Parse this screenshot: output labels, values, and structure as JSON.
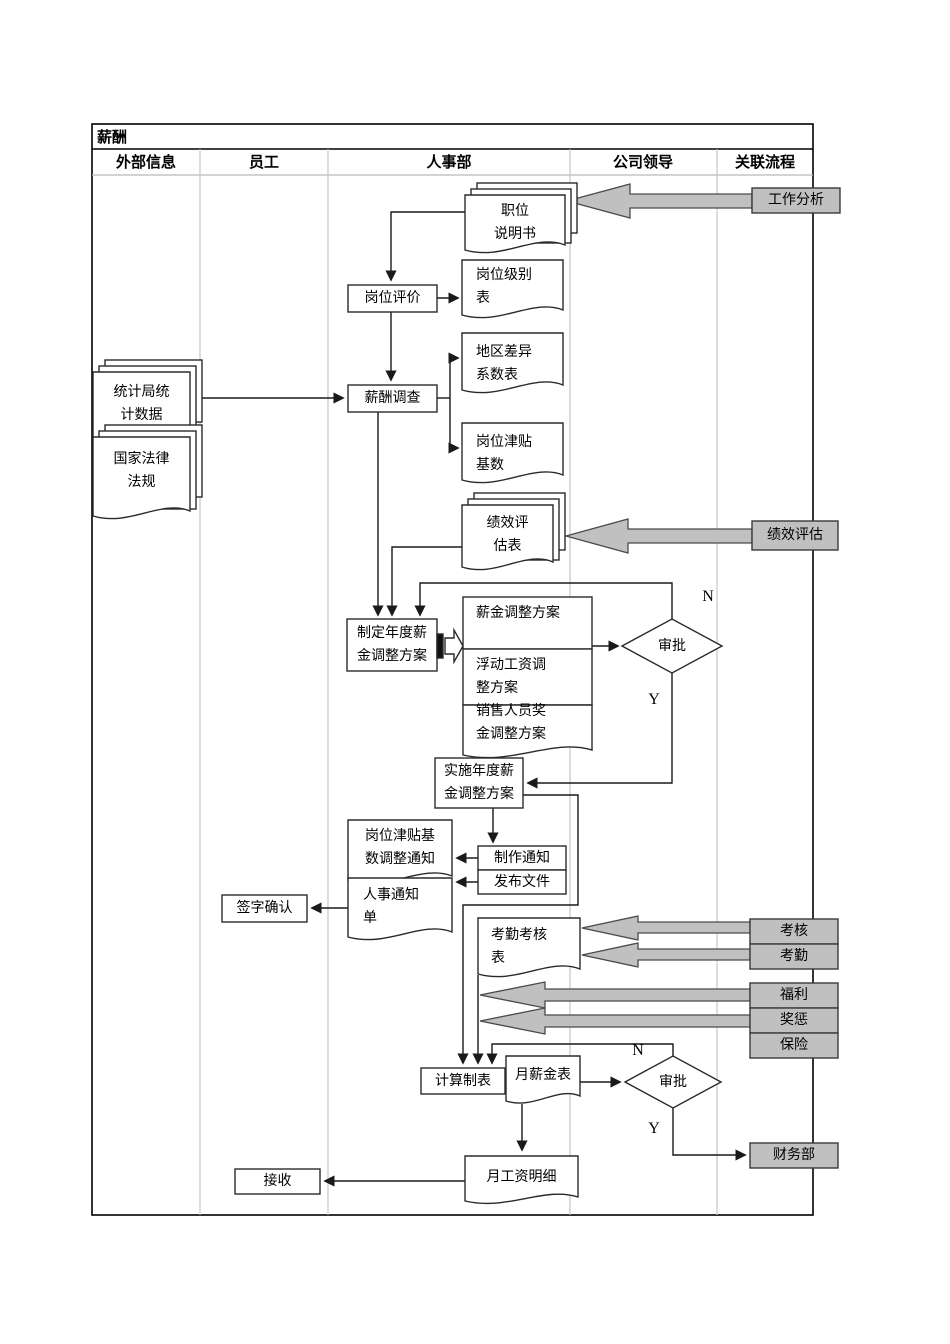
{
  "title": "薪酬",
  "columns": [
    "外部信息",
    "员工",
    "人事部",
    "公司领导",
    "关联流程"
  ],
  "nodes": {
    "job_description": "职位\n说明书",
    "position_evaluation": "岗位评价",
    "position_grade_table": "岗位级别\n表",
    "stats_bureau_data": "统计局统\n计数据",
    "national_laws": "国家法律\n法规",
    "salary_survey": "薪酬调查",
    "regional_coefficient_table": "地区差异\n系数表",
    "position_allowance_base": "岗位津贴\n基数",
    "performance_eval_form": "绩效评\n估表",
    "draft_annual_salary_plan": "制定年度薪\n金调整方案",
    "salary_adjust_plan": "薪金调整方案",
    "floating_wage_plan": "浮动工资调\n整方案",
    "sales_bonus_plan": "销售人员奖\n金调整方案",
    "approval_1": "审批",
    "implement_annual_salary_plan": "实施年度薪\n金调整方案",
    "allowance_base_notice": "岗位津贴基\n数调整通知",
    "make_notice": "制作通知",
    "issue_document": "发布文件",
    "hr_notice_form": "人事通知\n单",
    "sign_confirm": "签字确认",
    "attendance_assessment_form": "考勤考核\n表",
    "calc_tabulate": "计算制表",
    "monthly_salary_table": "月薪金表",
    "approval_2": "审批",
    "monthly_wage_detail": "月工资明细",
    "receive": "接收"
  },
  "related": {
    "work_analysis": "工作分析",
    "performance_evaluation": "绩效评估",
    "assessment": "考核",
    "attendance": "考勤",
    "welfare": "福利",
    "reward_punishment": "奖惩",
    "insurance": "保险",
    "finance_dept": "财务部"
  },
  "branch": {
    "yes": "Y",
    "no": "N"
  },
  "colors": {
    "gray_fill": "#c0c0c0",
    "line": "#1a1a1a",
    "grid": "#c6c6c6"
  }
}
